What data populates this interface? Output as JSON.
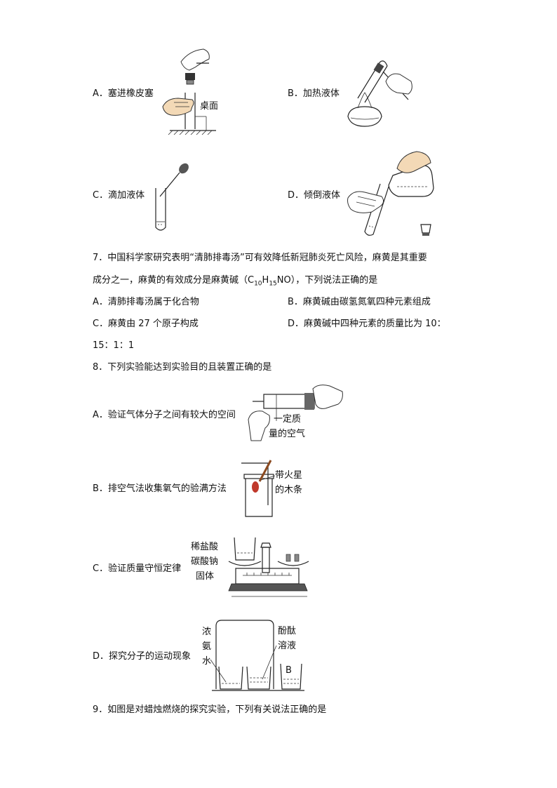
{
  "q6": {
    "options": [
      {
        "label": "A．塞进橡皮塞",
        "figure_label": "桌面"
      },
      {
        "label": "B．加热液体"
      },
      {
        "label": "C．滴加液体"
      },
      {
        "label": "D．倾倒液体"
      }
    ]
  },
  "q7": {
    "stem_line1": "7．中国科学家研究表明“清肺排毒汤”可有效降低新冠肺炎死亡风险，麻黄是其重要",
    "stem_line2_a": "成分之一，麻黄的有效成分是麻黄碱（C",
    "sub1": "10",
    "mid1": "H",
    "sub2": "15",
    "stem_line2_b": "NO），下列说法正确的是",
    "option_a": "A．清肺排毒汤属于化合物",
    "option_b": "B．麻黄碱由碳氢氮氧四种元素组成",
    "option_c": "C．麻黄由 27 个原子构成",
    "option_d": "D．麻黄碱中四种元素的质量比为 10：",
    "option_d_cont": "15：1：1"
  },
  "q8": {
    "stem": "8．下列实验能达到实验目的且装置正确的是",
    "options": [
      {
        "label": "A．验证气体分子之间有较大的空间",
        "figure_labels": [
          "一定质",
          "量的空气"
        ]
      },
      {
        "label": "B．排空气法收集氧气的验满方法",
        "figure_labels": [
          "带火星",
          "的木条"
        ]
      },
      {
        "label": "C．验证质量守恒定律",
        "figure_labels": [
          "稀盐酸",
          "碳酸钠",
          "固体"
        ]
      },
      {
        "label": "D．探究分子的运动现象",
        "figure_labels": [
          "浓",
          "氨",
          "水",
          "酚酞",
          "溶液",
          "B"
        ]
      }
    ]
  },
  "q9": {
    "stem": "9．如图是对蜡烛燃烧的探究实验，下列有关说法正确的是"
  }
}
